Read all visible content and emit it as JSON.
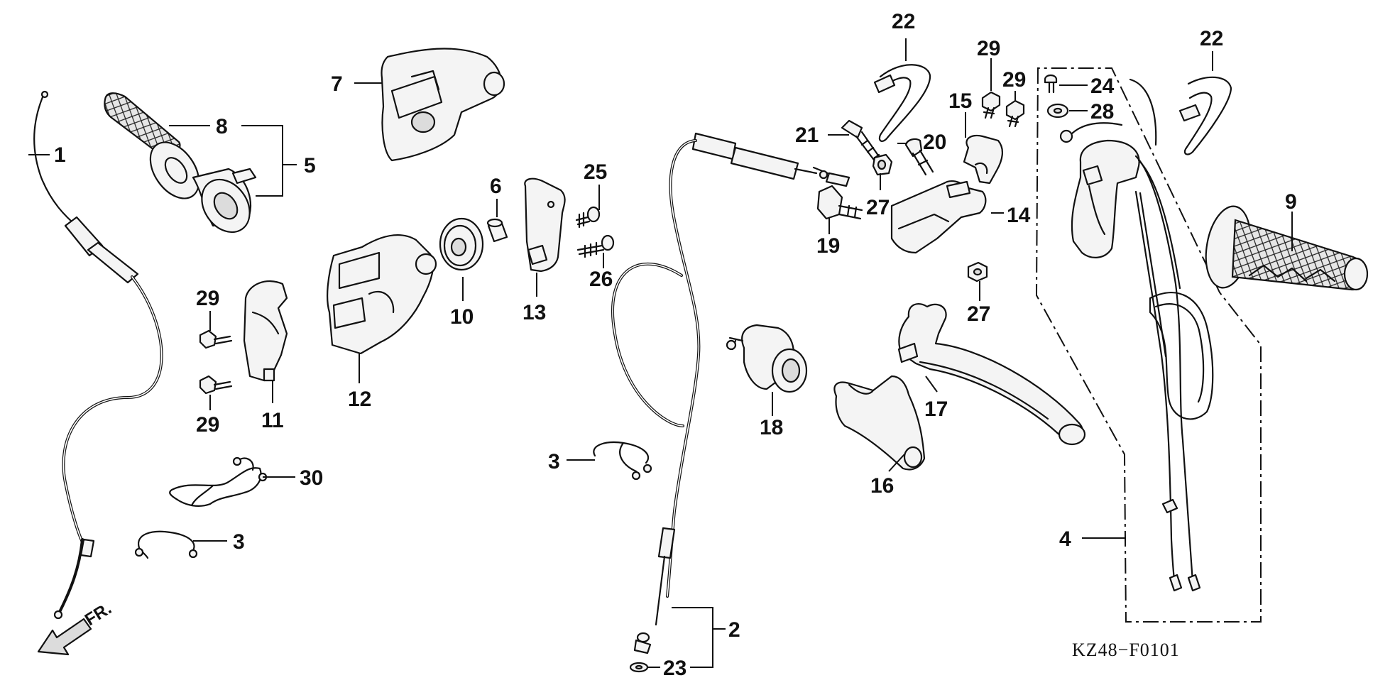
{
  "diagram": {
    "reference_code": "KZ48−F0101",
    "direction_label": "FR.",
    "callouts": [
      {
        "id": "c1",
        "label": "1"
      },
      {
        "id": "c2",
        "label": "2"
      },
      {
        "id": "c3a",
        "label": "3"
      },
      {
        "id": "c3b",
        "label": "3"
      },
      {
        "id": "c4",
        "label": "4"
      },
      {
        "id": "c5",
        "label": "5"
      },
      {
        "id": "c6",
        "label": "6"
      },
      {
        "id": "c7",
        "label": "7"
      },
      {
        "id": "c8",
        "label": "8"
      },
      {
        "id": "c9",
        "label": "9"
      },
      {
        "id": "c10",
        "label": "10"
      },
      {
        "id": "c11",
        "label": "11"
      },
      {
        "id": "c12",
        "label": "12"
      },
      {
        "id": "c13",
        "label": "13"
      },
      {
        "id": "c14",
        "label": "14"
      },
      {
        "id": "c15",
        "label": "15"
      },
      {
        "id": "c16",
        "label": "16"
      },
      {
        "id": "c17",
        "label": "17"
      },
      {
        "id": "c18",
        "label": "18"
      },
      {
        "id": "c19",
        "label": "19"
      },
      {
        "id": "c20",
        "label": "20"
      },
      {
        "id": "c21",
        "label": "21"
      },
      {
        "id": "c22a",
        "label": "22"
      },
      {
        "id": "c22b",
        "label": "22"
      },
      {
        "id": "c23",
        "label": "23"
      },
      {
        "id": "c24",
        "label": "24"
      },
      {
        "id": "c25",
        "label": "25"
      },
      {
        "id": "c26",
        "label": "26"
      },
      {
        "id": "c27a",
        "label": "27"
      },
      {
        "id": "c27b",
        "label": "27"
      },
      {
        "id": "c28",
        "label": "28"
      },
      {
        "id": "c29a",
        "label": "29"
      },
      {
        "id": "c29b",
        "label": "29"
      },
      {
        "id": "c29c",
        "label": "29"
      },
      {
        "id": "c29d",
        "label": "29"
      },
      {
        "id": "c30",
        "label": "30"
      }
    ]
  }
}
